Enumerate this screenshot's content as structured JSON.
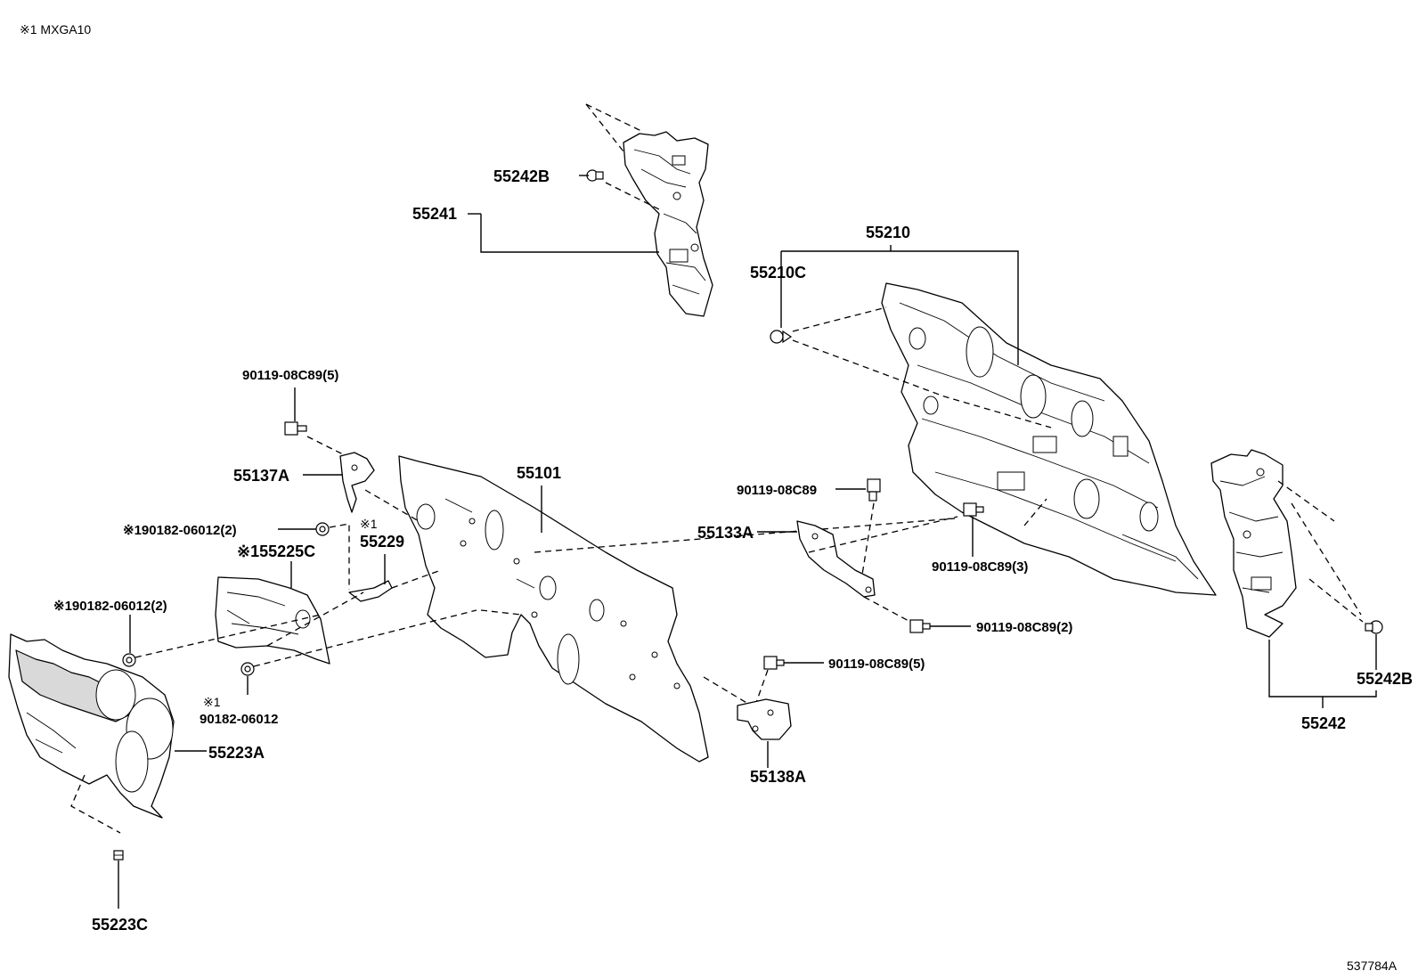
{
  "diagram": {
    "note": "※1 MXGA10",
    "code": "537784A",
    "labels": {
      "p55242B_top": "55242B",
      "p55241": "55241",
      "p55210": "55210",
      "p55210C": "55210C",
      "p90119_5_top": "90119-08C89(5)",
      "p55137A": "55137A",
      "p55101": "55101",
      "p90182_2a": "※190182-06012(2)",
      "p55229_mark": "※1",
      "p55229": "55229",
      "p55225C": "※155225C",
      "p90182_2b": "※190182-06012(2)",
      "p90182_mark": "※1",
      "p90182": "90182-06012",
      "p55223A": "55223A",
      "p55223C": "55223C",
      "p90119_single": "90119-08C89",
      "p55133A": "55133A",
      "p90119_3": "90119-08C89(3)",
      "p90119_2": "90119-08C89(2)",
      "p90119_5_mid": "90119-08C89(5)",
      "p55138A": "55138A",
      "p55242B_right": "55242B",
      "p55242": "55242"
    }
  }
}
